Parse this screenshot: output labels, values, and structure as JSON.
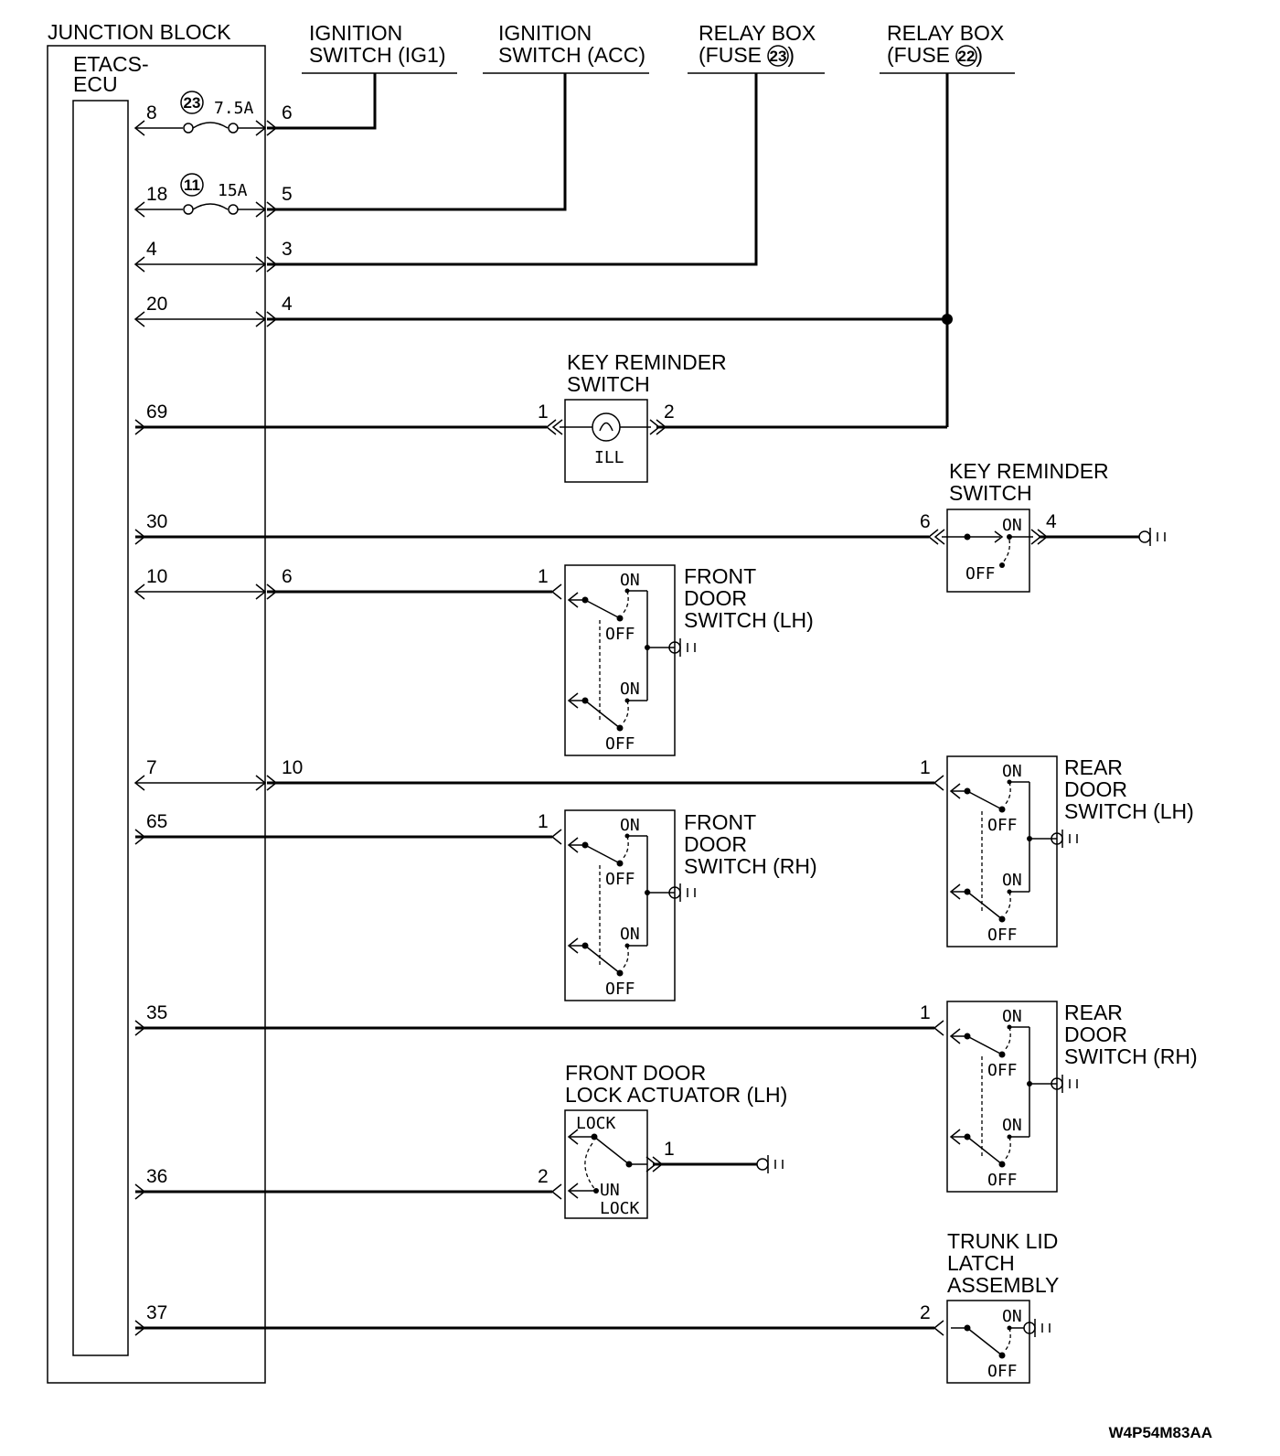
{
  "components": {
    "junction_block": "JUNCTION BLOCK",
    "etacs_ecu": [
      "ETACS-",
      "ECU"
    ],
    "ign_ig1": [
      "IGNITION",
      "SWITCH (IG1)"
    ],
    "ign_acc": [
      "IGNITION",
      "SWITCH (ACC)"
    ],
    "relay23": [
      "RELAY BOX",
      "(FUSE ",
      ")"
    ],
    "relay23_num": "23",
    "relay22": [
      "RELAY BOX",
      "(FUSE ",
      ")"
    ],
    "relay22_num": "22",
    "key_rem_ill": [
      "KEY REMINDER",
      "SWITCH"
    ],
    "ill": "ILL",
    "key_rem_sw": [
      "KEY REMINDER",
      "SWITCH"
    ],
    "front_lh": [
      "FRONT",
      "DOOR",
      "SWITCH (LH)"
    ],
    "front_rh": [
      "FRONT",
      "DOOR",
      "SWITCH (RH)"
    ],
    "rear_lh": [
      "REAR",
      "DOOR",
      "SWITCH (LH)"
    ],
    "rear_rh": [
      "REAR",
      "DOOR",
      "SWITCH (RH)"
    ],
    "lock_act": [
      "FRONT DOOR",
      "LOCK ACTUATOR (LH)"
    ],
    "trunk": [
      "TRUNK LID",
      "LATCH",
      "ASSEMBLY"
    ]
  },
  "fuses": [
    {
      "num": "23",
      "rating": "7.5A"
    },
    {
      "num": "11",
      "rating": "15A"
    }
  ],
  "states": {
    "on": "ON",
    "off": "OFF",
    "lock": "LOCK",
    "un": "UN",
    "lock2": "LOCK"
  },
  "pins": {
    "p8": "8",
    "p6a": "6",
    "p18": "18",
    "p5": "5",
    "p4a": "4",
    "p3": "3",
    "p20": "20",
    "p4b": "4",
    "p69": "69",
    "kr1": "1",
    "kr2": "2",
    "p30": "30",
    "ks6": "6",
    "ks4": "4",
    "p10": "10",
    "p6b": "6",
    "fl1": "1",
    "p7": "7",
    "p10b": "10",
    "rl1": "1",
    "p65": "65",
    "fr1": "1",
    "p35": "35",
    "rr1": "1",
    "p36": "36",
    "la2": "2",
    "la1": "1",
    "p37": "37",
    "tr2": "2"
  },
  "diagram_code": "W4P54M83AA"
}
